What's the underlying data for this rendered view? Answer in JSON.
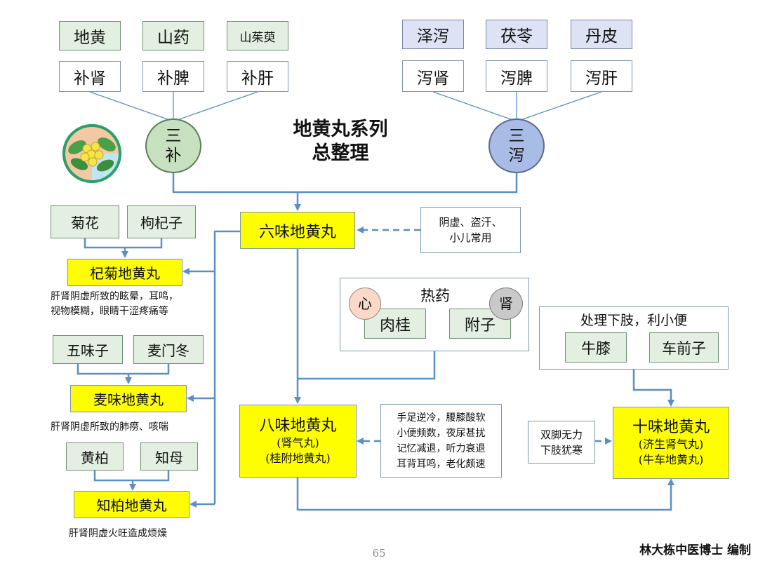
{
  "title": {
    "line1": "地黄丸系列",
    "line2": "总整理"
  },
  "tonify": {
    "herbs": [
      "地黄",
      "山药",
      "山茱萸"
    ],
    "effects": [
      "补肾",
      "补脾",
      "补肝"
    ],
    "circle": [
      "三",
      "补"
    ],
    "circle_color": "#c7e0bf"
  },
  "drain": {
    "herbs": [
      "泽泻",
      "茯苓",
      "丹皮"
    ],
    "effects": [
      "泻肾",
      "泻脾",
      "泻肝"
    ],
    "circle": [
      "三",
      "泻"
    ],
    "circle_color": "#a8bce6"
  },
  "liuwei": {
    "name": "六味地黄丸",
    "indication": [
      "阴虚、盗汗、",
      "小儿常用"
    ]
  },
  "qiju": {
    "herbs": [
      "菊花",
      "枸杞子"
    ],
    "name": "杞菊地黄丸",
    "desc": [
      "肝肾阴虚所致的眩晕，耳鸣，",
      "视物模糊，眼睛干涩疼痛等"
    ]
  },
  "maiwei": {
    "herbs": [
      "五味子",
      "麦门冬"
    ],
    "name": "麦味地黄丸",
    "desc": "肝肾阴虚所致的肺痨、咳喘"
  },
  "zhibai": {
    "herbs": [
      "黄柏",
      "知母"
    ],
    "name": "知柏地黄丸",
    "desc": "肝肾阴虚火旺造成烦燥"
  },
  "hot": {
    "label": "热药",
    "heart": "心",
    "kidney": "肾",
    "herbs": [
      "肉桂",
      "附子"
    ]
  },
  "bawei": {
    "name": "八味地黄丸",
    "alias1": "(肾气丸)",
    "alias2": "(桂附地黄丸)",
    "symptoms": [
      "手足逆冷，腰膝酸软",
      "小便频数，夜尿甚扰",
      "记忆减退，听力衰退",
      "耳背耳鸣，老化颇速"
    ]
  },
  "lower": {
    "label": "处理下肢，利小便",
    "herbs": [
      "牛膝",
      "车前子"
    ]
  },
  "shiwei": {
    "name": "十味地黄丸",
    "alias1": "(济生肾气丸)",
    "alias2": "(牛车地黄丸)",
    "indication": [
      "双脚无力",
      "下肢犹寒"
    ]
  },
  "footer": {
    "page": "65",
    "author": "林大栋中医博士 编制"
  },
  "colors": {
    "line": "#5b8fc8",
    "yellow": "#fefe00",
    "green_box": "#e3efe1",
    "blue_box": "#dde3f4"
  }
}
